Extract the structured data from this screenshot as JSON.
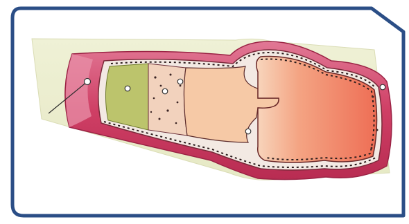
{
  "figure": {
    "frame_color": "#2b4e86",
    "background": "#ffffff",
    "layers": [
      {
        "id": "outer-membrane",
        "color": "#d34a6e"
      },
      {
        "id": "inner-cell-layer",
        "color": "#b9c46a"
      },
      {
        "id": "granular-layer",
        "color": "#f2d2bd"
      },
      {
        "id": "germinal-region",
        "color": "#f6c7a3"
      },
      {
        "id": "cavity",
        "color": "#f07a5e"
      }
    ],
    "callout_points": 6
  }
}
